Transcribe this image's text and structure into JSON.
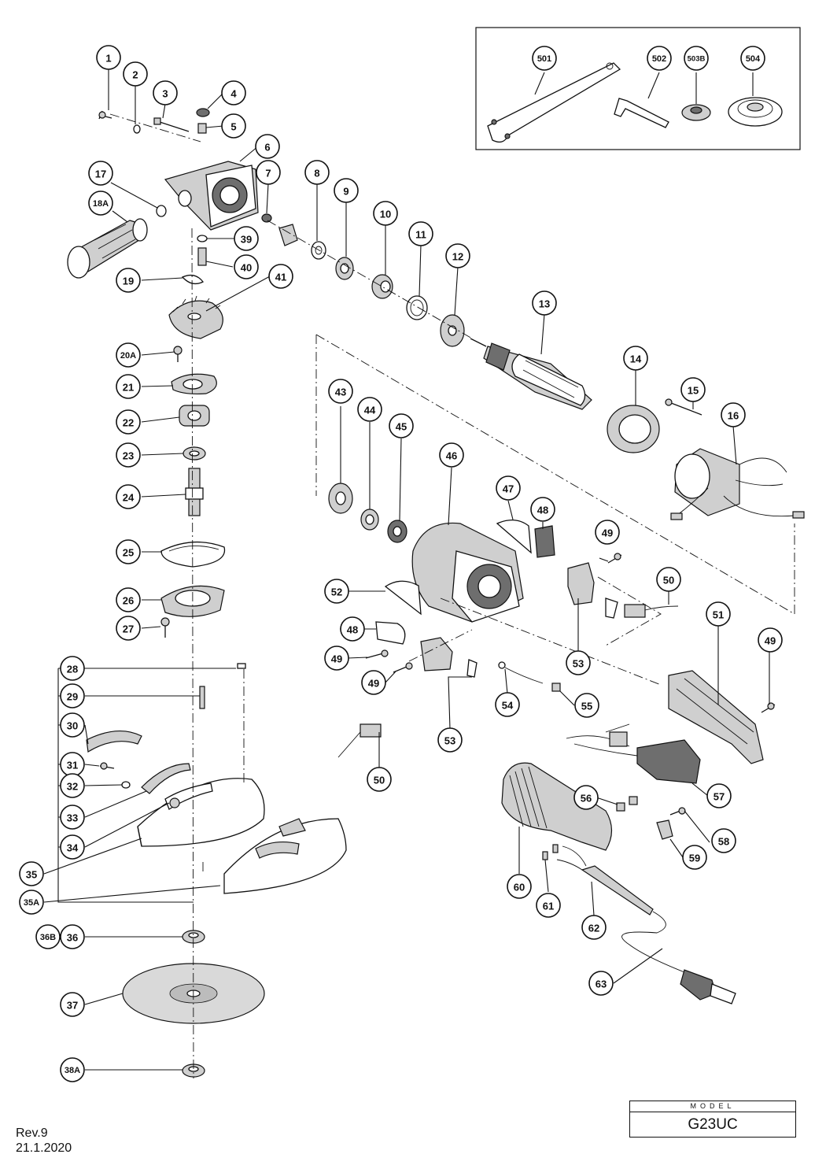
{
  "parts": [
    {
      "label": "1"
    },
    {
      "label": "2"
    },
    {
      "label": "3"
    },
    {
      "label": "4"
    },
    {
      "label": "5"
    },
    {
      "label": "6"
    },
    {
      "label": "7"
    },
    {
      "label": "8"
    },
    {
      "label": "9"
    },
    {
      "label": "10"
    },
    {
      "label": "11"
    },
    {
      "label": "12"
    },
    {
      "label": "13"
    },
    {
      "label": "14"
    },
    {
      "label": "15"
    },
    {
      "label": "16"
    },
    {
      "label": "17"
    },
    {
      "label": "18A"
    },
    {
      "label": "19"
    },
    {
      "label": "20A"
    },
    {
      "label": "21"
    },
    {
      "label": "22"
    },
    {
      "label": "23"
    },
    {
      "label": "24"
    },
    {
      "label": "25"
    },
    {
      "label": "26"
    },
    {
      "label": "27"
    },
    {
      "label": "28"
    },
    {
      "label": "29"
    },
    {
      "label": "30"
    },
    {
      "label": "31"
    },
    {
      "label": "32"
    },
    {
      "label": "33"
    },
    {
      "label": "34"
    },
    {
      "label": "35"
    },
    {
      "label": "35A"
    },
    {
      "label": "36B"
    },
    {
      "label": "36"
    },
    {
      "label": "37"
    },
    {
      "label": "38A"
    },
    {
      "label": "39"
    },
    {
      "label": "40"
    },
    {
      "label": "41"
    },
    {
      "label": "43"
    },
    {
      "label": "44"
    },
    {
      "label": "45"
    },
    {
      "label": "46"
    },
    {
      "label": "47"
    },
    {
      "label": "48"
    },
    {
      "label": "48"
    },
    {
      "label": "49"
    },
    {
      "label": "49"
    },
    {
      "label": "49"
    },
    {
      "label": "49"
    },
    {
      "label": "50"
    },
    {
      "label": "50"
    },
    {
      "label": "51"
    },
    {
      "label": "52"
    },
    {
      "label": "53"
    },
    {
      "label": "53"
    },
    {
      "label": "54"
    },
    {
      "label": "55"
    },
    {
      "label": "56"
    },
    {
      "label": "57"
    },
    {
      "label": "58"
    },
    {
      "label": "59"
    },
    {
      "label": "60"
    },
    {
      "label": "61"
    },
    {
      "label": "62"
    },
    {
      "label": "63"
    },
    {
      "label": "501"
    },
    {
      "label": "502"
    },
    {
      "label": "503B"
    },
    {
      "label": "504"
    }
  ],
  "model": {
    "label": "MODEL",
    "value": "G23UC"
  },
  "revision": {
    "rev": "Rev.9",
    "date": "21.1.2020"
  }
}
